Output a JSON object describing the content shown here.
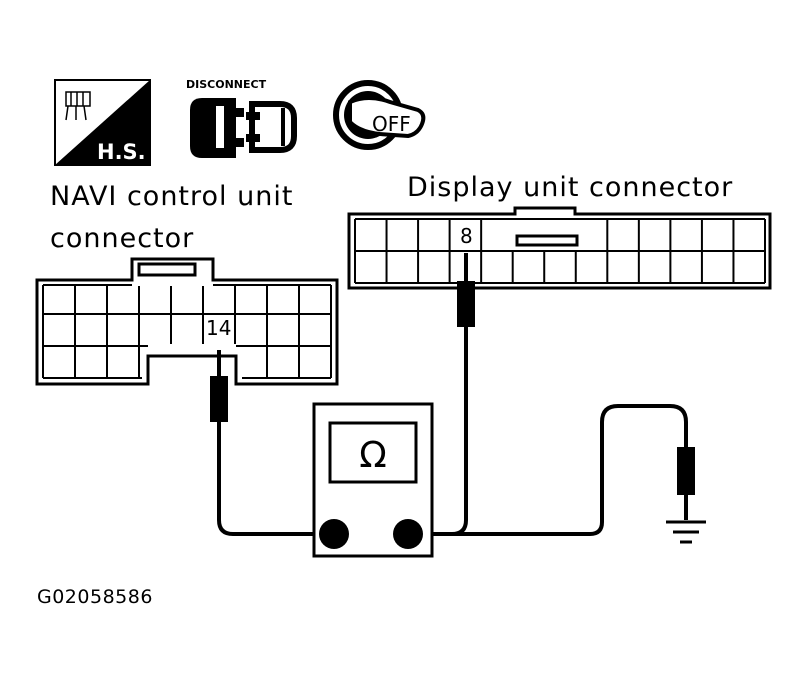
{
  "icons": {
    "hs_label": "H.S.",
    "disconnect_label": "DISCONNECT",
    "ignition_off_label": "OFF"
  },
  "navi_connector": {
    "title_line1": "NAVI control unit",
    "title_line2": "connector",
    "pin_label": "14"
  },
  "display_connector": {
    "title": "Display unit connector",
    "pin_label": "8"
  },
  "ohmmeter": {
    "symbol": "Ω"
  },
  "figure_code": "G02058586"
}
